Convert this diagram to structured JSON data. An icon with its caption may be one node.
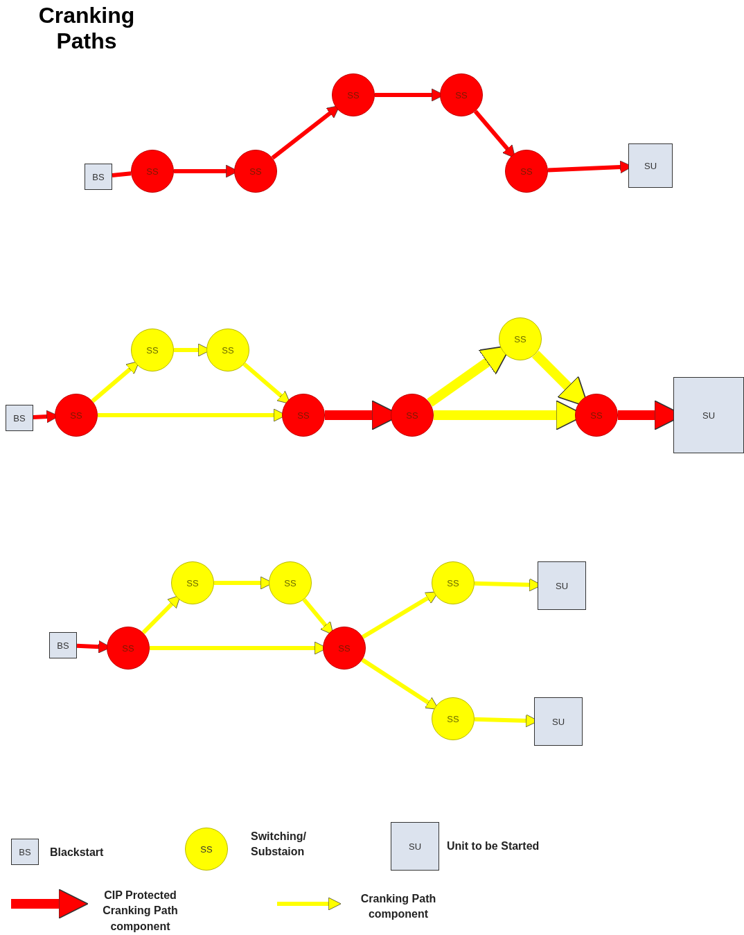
{
  "diagram": {
    "title": "Cranking Paths",
    "nodes": [
      {
        "text": [
          "BS"
        ]
      },
      {
        "text": [
          "SS"
        ]
      },
      {
        "text": [
          "SS"
        ]
      },
      {
        "text": [
          "SS"
        ]
      },
      {
        "text": [
          "SS"
        ]
      },
      {
        "text": [
          "SS"
        ]
      },
      {
        "text": [
          "SU"
        ]
      },
      {
        "text": [
          "BS"
        ]
      },
      {
        "text": [
          "SS"
        ]
      },
      {
        "text": [
          "SS"
        ]
      },
      {
        "text": [
          "SS"
        ]
      },
      {
        "text": [
          "SS"
        ]
      },
      {
        "text": [
          "SS"
        ]
      },
      {
        "text": [
          "SS"
        ]
      },
      {
        "text": [
          "SS"
        ]
      },
      {
        "text": [
          "SU"
        ]
      },
      {
        "text": [
          "BS"
        ]
      },
      {
        "text": [
          "SS"
        ]
      },
      {
        "text": [
          "SS"
        ]
      },
      {
        "text": [
          "SS"
        ]
      },
      {
        "text": [
          "SS"
        ]
      },
      {
        "text": [
          "SS"
        ]
      },
      {
        "text": [
          "SS"
        ]
      },
      {
        "text": [
          "SU"
        ]
      },
      {
        "text": [
          "SU"
        ]
      }
    ],
    "edges": [
      {
        "from": 0,
        "to": 1,
        "arrow": "none",
        "color": "#ff0000"
      },
      {
        "from": 1,
        "to": 2,
        "arrow": "to",
        "color": "#ff0000"
      },
      {
        "from": 2,
        "to": 3,
        "arrow": "to",
        "color": "#ff0000"
      },
      {
        "from": 3,
        "to": 4,
        "arrow": "to",
        "color": "#ff0000"
      },
      {
        "from": 4,
        "to": 5,
        "arrow": "to",
        "color": "#ff0000"
      },
      {
        "from": 5,
        "to": 6,
        "arrow": "to",
        "color": "#ff0000"
      },
      {
        "from": 7,
        "to": 8,
        "arrow": "to",
        "color": "#ff0000"
      },
      {
        "from": 8,
        "to": 9,
        "arrow": "to"
      },
      {
        "from": 9,
        "to": 10,
        "arrow": "to"
      },
      {
        "from": 10,
        "to": 11,
        "arrow": "to"
      },
      {
        "from": 8,
        "to": 11,
        "arrow": "to"
      },
      {
        "from": 11,
        "to": 12,
        "arrow": "to",
        "style": "thick",
        "color": "#ff0000"
      },
      {
        "from": 12,
        "to": 13,
        "arrow": "to",
        "style": "thick"
      },
      {
        "from": 13,
        "to": 14,
        "arrow": "to",
        "style": "thick"
      },
      {
        "from": 12,
        "to": 14,
        "arrow": "to",
        "style": "thick"
      },
      {
        "from": 14,
        "to": 15,
        "arrow": "to",
        "style": "thick",
        "color": "#ff0000"
      },
      {
        "from": 16,
        "to": 17,
        "arrow": "to",
        "color": "#ff0000"
      },
      {
        "from": 17,
        "to": 18,
        "arrow": "to"
      },
      {
        "from": 18,
        "to": 19,
        "arrow": "to"
      },
      {
        "from": 19,
        "to": 20,
        "arrow": "to"
      },
      {
        "from": 17,
        "to": 20,
        "arrow": "to"
      },
      {
        "from": 20,
        "to": 21,
        "arrow": "to"
      },
      {
        "from": 20,
        "to": 22,
        "arrow": "to"
      },
      {
        "from": 21,
        "to": 23,
        "arrow": "to"
      },
      {
        "from": 22,
        "to": 24,
        "arrow": "to"
      }
    ],
    "labels": [
      "BS",
      "SS",
      "SU"
    ],
    "legend": [
      {
        "text": "Blackstart"
      },
      {
        "text": "Switching/ Substaion"
      },
      {
        "text": "Unit to be Started"
      },
      {
        "text": "CIP Protected Cranking Path component"
      },
      {
        "text": "Cranking Path component"
      }
    ]
  }
}
